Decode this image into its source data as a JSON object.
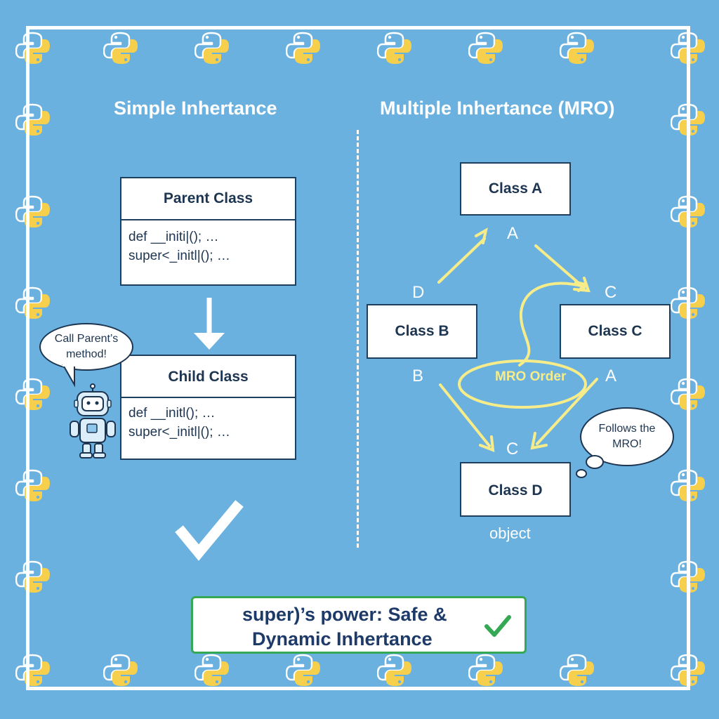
{
  "left_panel": {
    "title": "Simple Inhertance",
    "parent_class": {
      "name": "Parent Class",
      "code_lines": [
        "def __initi|();  …",
        "super<_initl|();  …"
      ]
    },
    "child_class": {
      "name": "Child Class",
      "code_lines": [
        "def __initl();  …",
        "super<_initl|();  …"
      ]
    },
    "speech_bubble": "Call Parent’s method!"
  },
  "right_panel": {
    "title": "Multiple Inhertance (MRO)",
    "classes": {
      "a": "Class A",
      "b": "Class B",
      "c": "Class C",
      "d": "Class D"
    },
    "edge_labels": {
      "top_a": "A",
      "left_d": "D",
      "right_c": "C",
      "left_b": "B",
      "right_a": "A",
      "bottom_c": "C"
    },
    "mro_label": "MRO Order",
    "speech_bubble": "Follows the MRO!",
    "object_label": "object"
  },
  "banner": {
    "line1": "super)’s power: Safe &",
    "line2": "Dynamic Inhertance"
  },
  "colors": {
    "background": "#6ab1e0",
    "arrow": "#f7ec8a",
    "check": "#34a853",
    "box_text": "#1d3550"
  },
  "icons": [
    "python-logo-icon",
    "robot-icon",
    "checkmark-icon",
    "down-arrow-icon"
  ]
}
